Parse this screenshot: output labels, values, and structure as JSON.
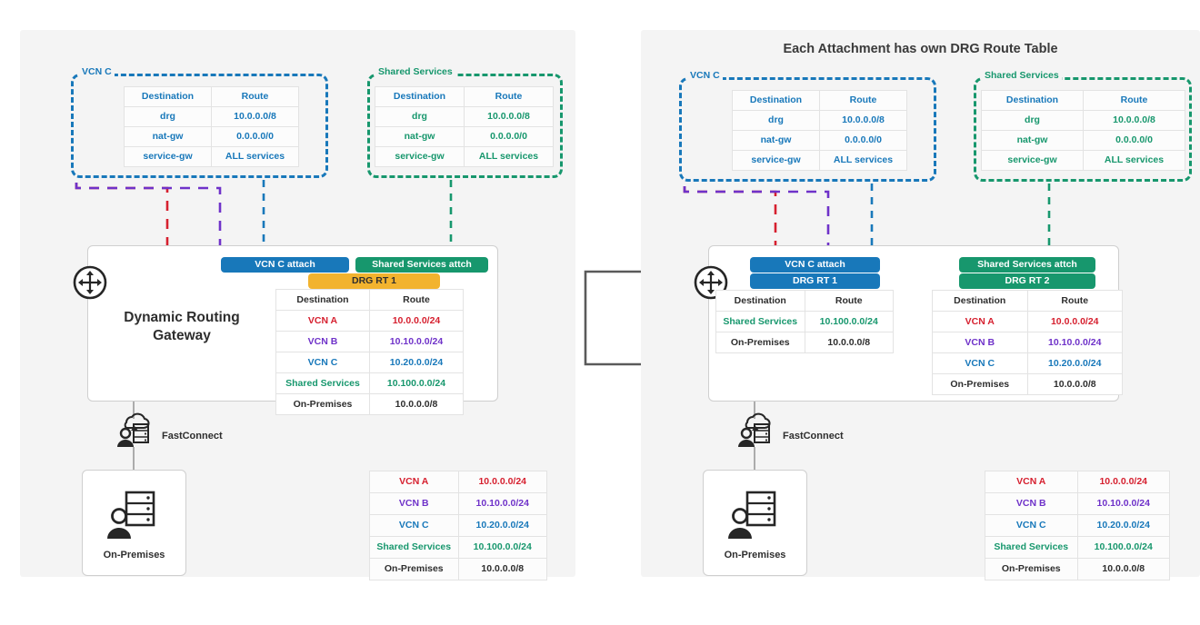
{
  "meta": {
    "colors": {
      "blue": "#1878ba",
      "green": "#17976d",
      "red": "#d6202f",
      "purple": "#6f32c9",
      "orange": "#f2b32e",
      "dark": "#2e2e2e",
      "panel_bg": "#f4f4f4"
    }
  },
  "left_panel": {
    "title": "",
    "vcn_c": {
      "label": "VCN C",
      "headers": [
        "Destination",
        "Route"
      ],
      "rows": [
        [
          "drg",
          "10.0.0.0/8"
        ],
        [
          "nat-gw",
          "0.0.0.0/0"
        ],
        [
          "service-gw",
          "ALL services"
        ]
      ]
    },
    "shared_services": {
      "label": "Shared Services",
      "headers": [
        "Destination",
        "Route"
      ],
      "rows": [
        [
          "drg",
          "10.0.0.0/8"
        ],
        [
          "nat-gw",
          "0.0.0.0/0"
        ],
        [
          "service-gw",
          "ALL services"
        ]
      ]
    },
    "drg": {
      "title_line1": "Dynamic Routing",
      "title_line2": "Gateway",
      "attach_vcn_c": "VCN C attach",
      "attach_shared": "Shared Services attch",
      "rt_label": "DRG RT 1",
      "headers": [
        "Destination",
        "Route"
      ],
      "rows": [
        {
          "dest": "VCN A",
          "route": "10.0.0.0/24",
          "color": "c-red"
        },
        {
          "dest": "VCN B",
          "route": "10.10.0.0/24",
          "color": "c-purple"
        },
        {
          "dest": "VCN C",
          "route": "10.20.0.0/24",
          "color": "c-blue"
        },
        {
          "dest": "Shared Services",
          "route": "10.100.0.0/24",
          "color": "c-green"
        },
        {
          "dest": "On-Premises",
          "route": "10.0.0.0/8",
          "color": "c-dark"
        }
      ]
    },
    "fastconnect_label": "FastConnect",
    "onprem_label": "On-Premises",
    "legend": [
      {
        "name": "VCN A",
        "cidr": "10.0.0.0/24",
        "color": "c-red"
      },
      {
        "name": "VCN B",
        "cidr": "10.10.0.0/24",
        "color": "c-purple"
      },
      {
        "name": "VCN C",
        "cidr": "10.20.0.0/24",
        "color": "c-blue"
      },
      {
        "name": "Shared Services",
        "cidr": "10.100.0.0/24",
        "color": "c-green"
      },
      {
        "name": "On-Premises",
        "cidr": "10.0.0.0/8",
        "color": "c-dark"
      }
    ]
  },
  "right_panel": {
    "title": "Each Attachment has own DRG Route Table",
    "vcn_c": {
      "label": "VCN C",
      "headers": [
        "Destination",
        "Route"
      ],
      "rows": [
        [
          "drg",
          "10.0.0.0/8"
        ],
        [
          "nat-gw",
          "0.0.0.0/0"
        ],
        [
          "service-gw",
          "ALL services"
        ]
      ]
    },
    "shared_services": {
      "label": "Shared Services",
      "headers": [
        "Destination",
        "Route"
      ],
      "rows": [
        [
          "drg",
          "10.0.0.0/8"
        ],
        [
          "nat-gw",
          "0.0.0.0/0"
        ],
        [
          "service-gw",
          "ALL services"
        ]
      ]
    },
    "drg": {
      "attach_vcn_c": "VCN C attach",
      "rt1_label": "DRG RT 1",
      "attach_shared": "Shared Services attch",
      "rt2_label": "DRG RT 2",
      "rt1_headers": [
        "Destination",
        "Route"
      ],
      "rt1_rows": [
        {
          "dest": "Shared Services",
          "route": "10.100.0.0/24",
          "color": "c-green"
        },
        {
          "dest": "On-Premises",
          "route": "10.0.0.0/8",
          "color": "c-dark"
        }
      ],
      "rt2_headers": [
        "Destination",
        "Route"
      ],
      "rt2_rows": [
        {
          "dest": "VCN A",
          "route": "10.0.0.0/24",
          "color": "c-red"
        },
        {
          "dest": "VCN B",
          "route": "10.10.0.0/24",
          "color": "c-purple"
        },
        {
          "dest": "VCN C",
          "route": "10.20.0.0/24",
          "color": "c-blue"
        },
        {
          "dest": "On-Premises",
          "route": "10.0.0.0/8",
          "color": "c-dark"
        }
      ]
    },
    "fastconnect_label": "FastConnect",
    "onprem_label": "On-Premises",
    "legend": [
      {
        "name": "VCN A",
        "cidr": "10.0.0.0/24",
        "color": "c-red"
      },
      {
        "name": "VCN B",
        "cidr": "10.10.0.0/24",
        "color": "c-purple"
      },
      {
        "name": "VCN C",
        "cidr": "10.20.0.0/24",
        "color": "c-blue"
      },
      {
        "name": "Shared Services",
        "cidr": "10.100.0.0/24",
        "color": "c-green"
      },
      {
        "name": "On-Premises",
        "cidr": "10.0.0.0/8",
        "color": "c-dark"
      }
    ]
  },
  "transition_arrow": "right-arrow"
}
